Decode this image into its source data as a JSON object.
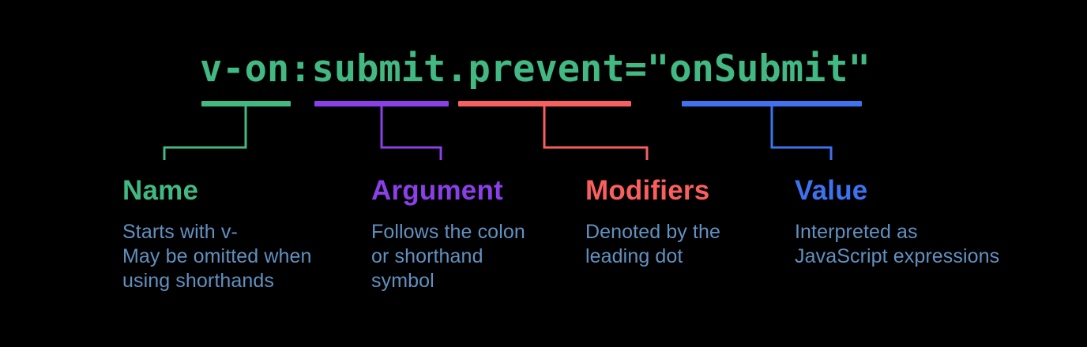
{
  "background_color": "#000000",
  "description_text_color": "#6191c1",
  "code": {
    "text": "v-on:submit.prevent=\"onSubmit\"",
    "color": "#42b883"
  },
  "segments": [
    {
      "token": "v-on",
      "label": "Name",
      "color": "#42b883",
      "description_lines": [
        "Starts with v-",
        "May be omitted when",
        "using shorthands"
      ]
    },
    {
      "token": "submit",
      "label": "Argument",
      "color": "#8a3fe8",
      "description_lines": [
        "Follows the colon",
        "or shorthand",
        "symbol"
      ]
    },
    {
      "token": "prevent",
      "label": "Modifiers",
      "color": "#fb5e5e",
      "description_lines": [
        "Denoted by the",
        "leading dot"
      ]
    },
    {
      "token": "onSubmit",
      "label": "Value",
      "color": "#3e72f0",
      "description_lines": [
        "Interpreted as",
        "JavaScript expressions"
      ]
    }
  ]
}
